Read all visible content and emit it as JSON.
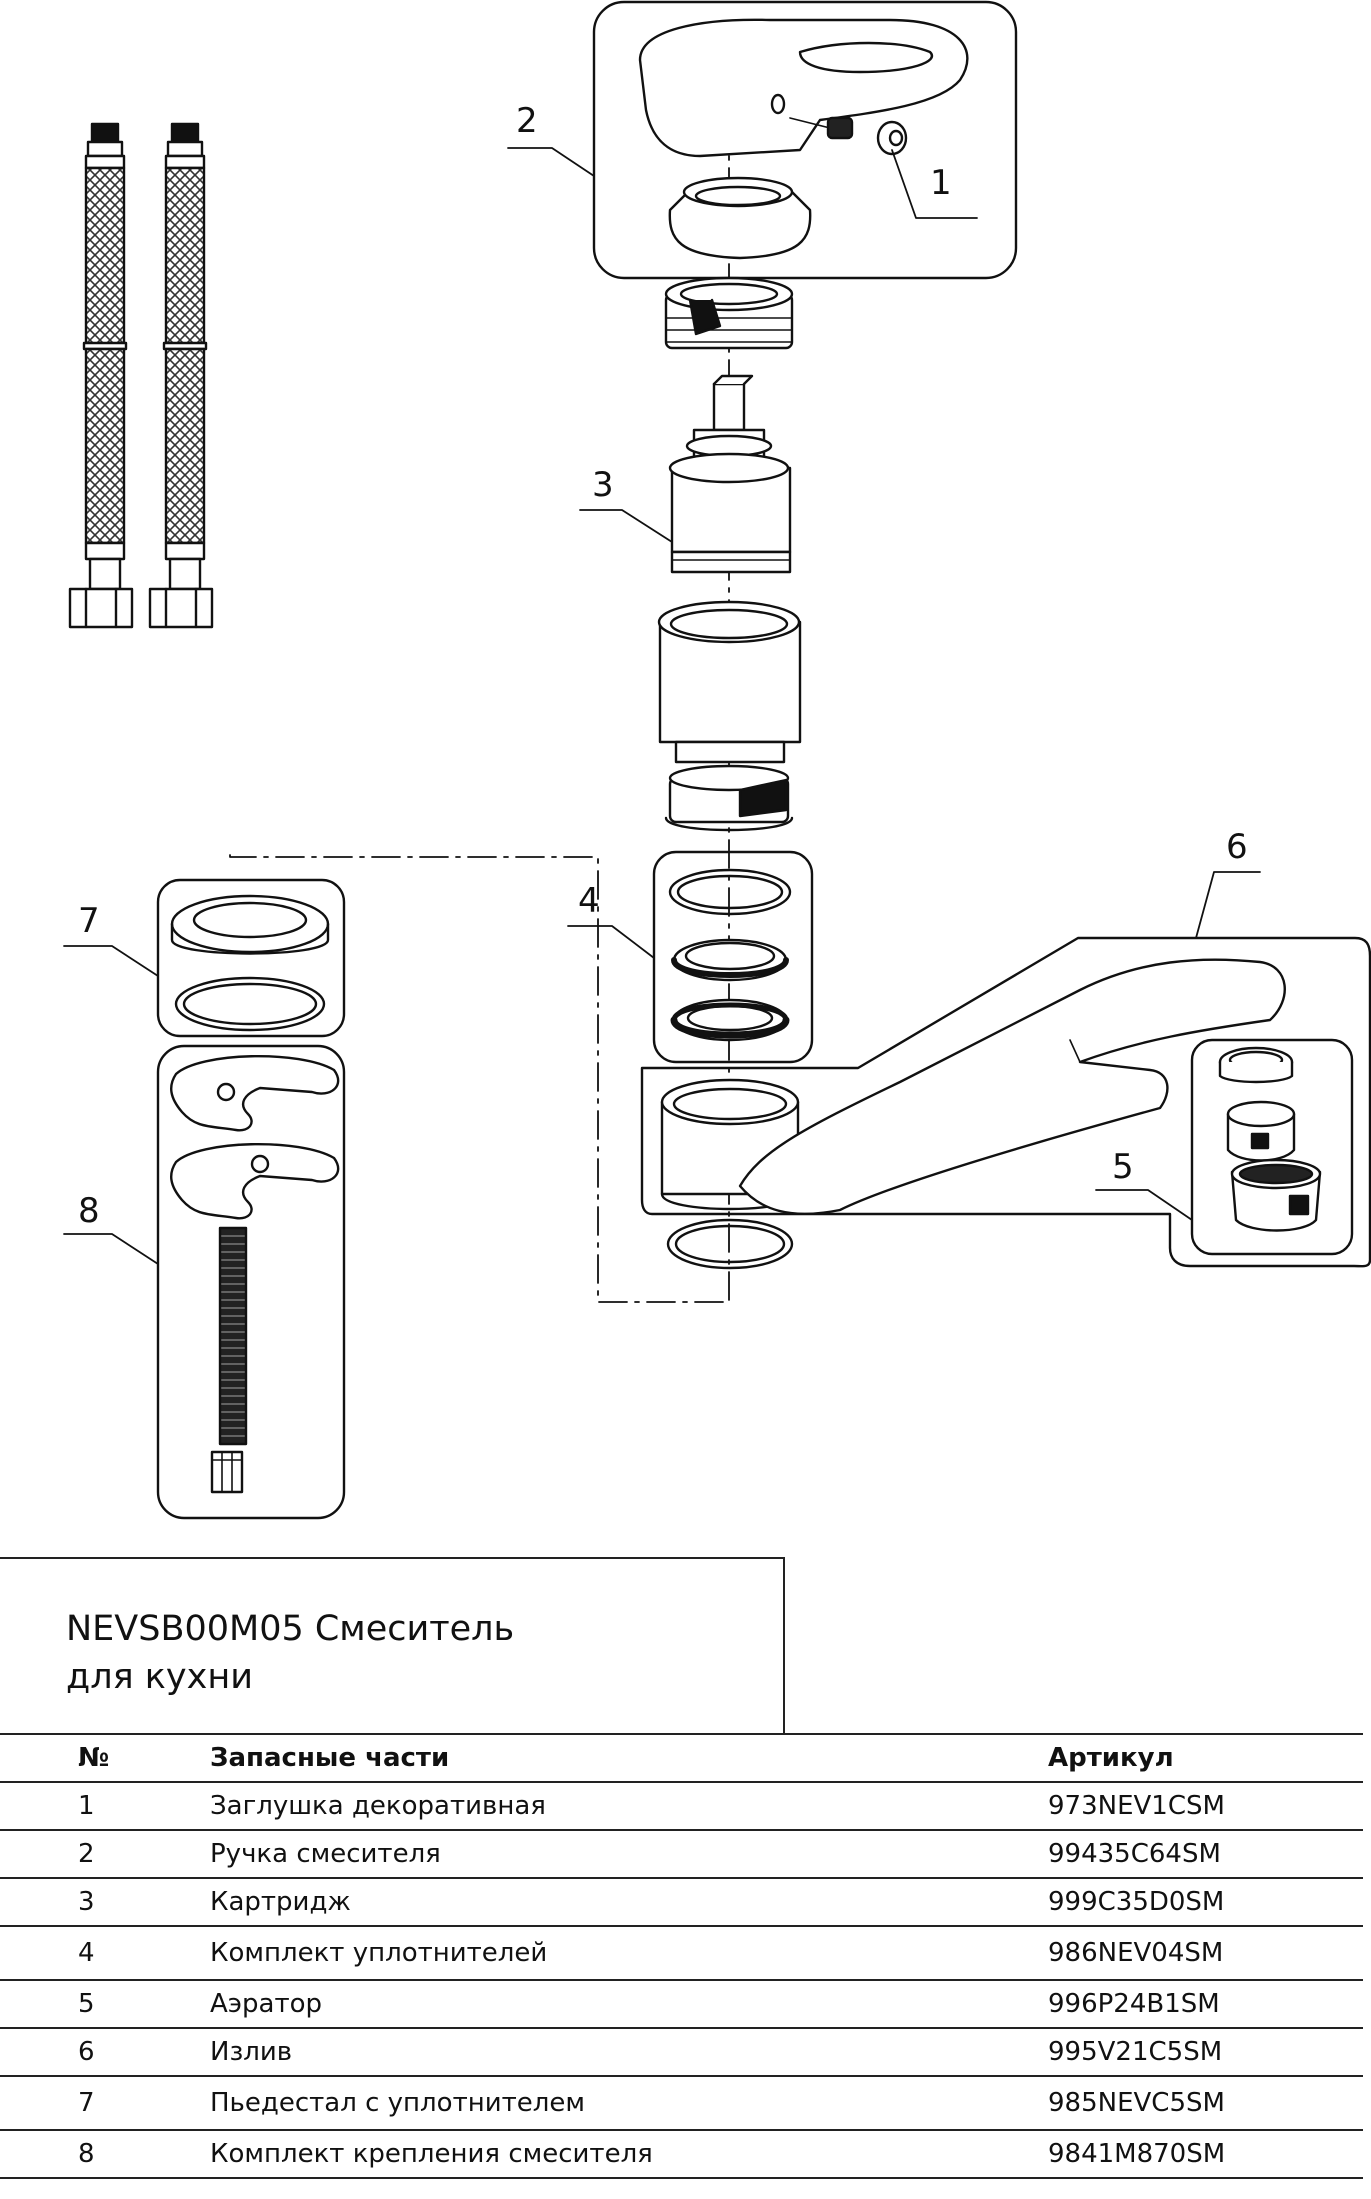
{
  "callouts": [
    "1",
    "2",
    "3",
    "4",
    "5",
    "6",
    "7",
    "8"
  ],
  "title": {
    "line1": "NEVSB00M05 Смеситель",
    "line2": "для кухни"
  },
  "table": {
    "headers": {
      "num": "№",
      "name": "Запасные части",
      "article": "Артикул"
    },
    "rows": [
      {
        "num": "1",
        "name": "Заглушка декоративная",
        "article": "973NEV1CSM"
      },
      {
        "num": "2",
        "name": "Ручка смесителя",
        "article": "99435C64SM"
      },
      {
        "num": "3",
        "name": "Картридж",
        "article": "999C35D0SM"
      },
      {
        "num": "4",
        "name": "Комплект уплотнителей",
        "article": "986NEV04SM"
      },
      {
        "num": "5",
        "name": "Аэратор",
        "article": "996P24B1SM"
      },
      {
        "num": "6",
        "name": "Излив",
        "article": "995V21C5SM"
      },
      {
        "num": "7",
        "name": "Пьедестал с уплотнителем",
        "article": "985NEVC5SM"
      },
      {
        "num": "8",
        "name": "Комплект крепления смесителя",
        "article": "9841M870SM"
      }
    ]
  }
}
